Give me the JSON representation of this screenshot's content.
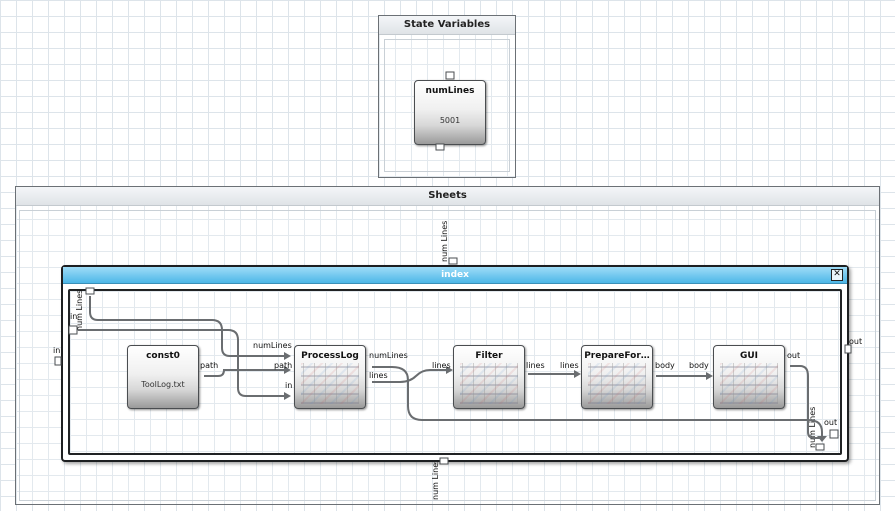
{
  "state_variables": {
    "title": "State Variables",
    "numlines_block": {
      "title": "numLines",
      "value": "5001"
    }
  },
  "sheets": {
    "title": "Sheets",
    "outer_ports": {
      "in": "in",
      "out": "out",
      "num_lines_top": "num Lines",
      "num_lines_bottom": "num Lines"
    },
    "index": {
      "title": "index",
      "close": "✕",
      "inner_ports": {
        "num_lines_top": "num Lines",
        "in": "in",
        "out": "out",
        "num_lines_bottom": "num Lines"
      },
      "blocks": {
        "const0": {
          "title": "const0",
          "value": "ToolLog.txt",
          "out_port": "path"
        },
        "processlog": {
          "title": "ProcessLog",
          "in_ports": [
            "numLines",
            "path",
            "in"
          ],
          "out_ports": [
            "numLines",
            "lines"
          ]
        },
        "filter": {
          "title": "Filter",
          "in_port": "lines",
          "out_port": "lines"
        },
        "prepare": {
          "title": "PrepareFor…",
          "in_port": "lines",
          "out_port": "body"
        },
        "gui": {
          "title": "GUI",
          "in_port": "body",
          "out_port": "out"
        }
      }
    }
  },
  "colors": {
    "wire": "#6a6d70",
    "index_title": "#4db7e8",
    "grid": "#dde4ea"
  }
}
